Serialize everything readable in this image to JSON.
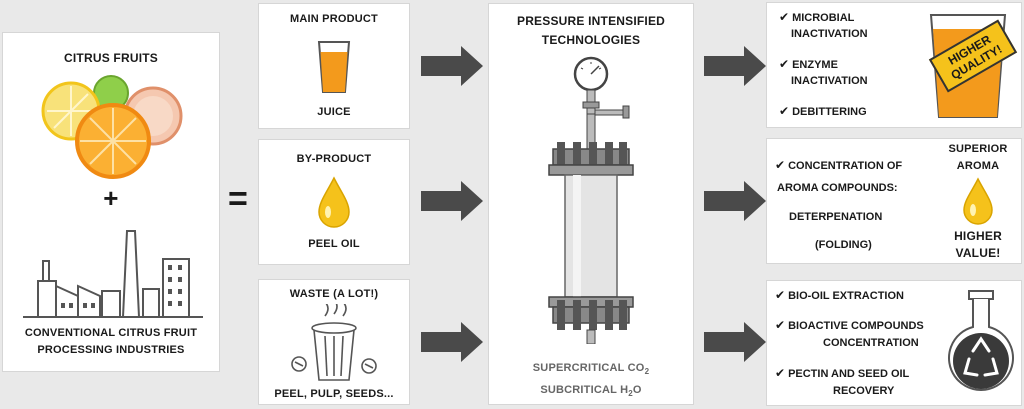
{
  "left": {
    "title": "CITRUS FRUITS",
    "plus": "+",
    "industry_line1": "CONVENTIONAL CITRUS FRUIT",
    "industry_line2": "PROCESSING INDUSTRIES"
  },
  "equals": "=",
  "products": [
    {
      "title": "MAIN PRODUCT",
      "name": "JUICE"
    },
    {
      "title": "BY-PRODUCT",
      "name": "PEEL OIL"
    },
    {
      "title": "WASTE (A LOT!)",
      "name": "PEEL, PULP, SEEDS..."
    }
  ],
  "center": {
    "title_line1": "PRESSURE INTENSIFIED",
    "title_line2": "TECHNOLOGIES",
    "sc_text": "SUPERCRITICAL CO",
    "sc_sub": "2",
    "sub_text": "SUBCRITICAL H",
    "sub_sub": "2",
    "sub_tail": "O"
  },
  "outcomes": {
    "juice": {
      "items": [
        "MICROBIAL",
        "INACTIVATION",
        "ENZYME",
        "INACTIVATION",
        "DEBITTERING"
      ],
      "badge_line1": "HIGHER",
      "badge_line2": "QUALITY!"
    },
    "oil": {
      "items": [
        "CONCENTRATION OF",
        "AROMA COMPOUNDS:",
        "DETERPENATION",
        "(FOLDING)"
      ],
      "right_top1": "SUPERIOR",
      "right_top2": "AROMA",
      "right_bot1": "HIGHER",
      "right_bot2": "VALUE!"
    },
    "waste": {
      "items": [
        "BIO-OIL EXTRACTION",
        "BIOACTIVE COMPOUNDS",
        "CONCENTRATION",
        "PECTIN AND SEED OIL",
        "RECOVERY"
      ]
    }
  },
  "check_mark": "✔",
  "colors": {
    "orange": "#f39a1c",
    "yellow": "#f5c21b",
    "arrow": "#4a4a4a"
  }
}
